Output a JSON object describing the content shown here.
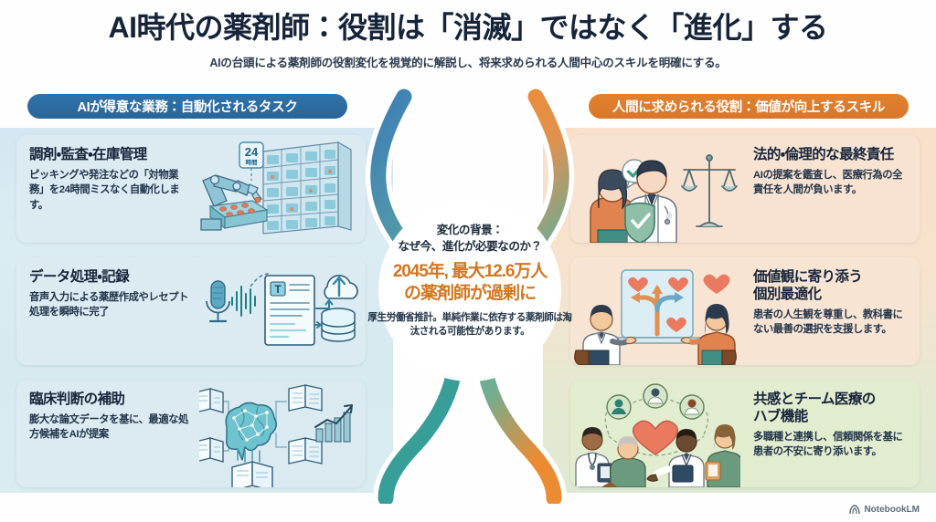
{
  "header": {
    "title": "AI時代の薬剤師：役割は「消滅」ではなく「進化」する",
    "subtitle": "AIの台頭による薬剤師の役割変化を視覚的に解説し、将来求められる人間中心のスキルを明確にする。"
  },
  "columns": {
    "left_pill": "AIが得意な業務：自動化されるタスク",
    "right_pill": "人間に求められる役割：価値が向上するスキル"
  },
  "left_cards": [
    {
      "heading": "調剤・監査・在庫管理",
      "body": "ピッキングや発注などの「対物業務」を24時間ミスなく自動化します。",
      "badge": "24",
      "badge_sub": "時間",
      "art": "robot-arm-pharmacy-shelf-illustration"
    },
    {
      "heading": "データ処理・記録",
      "body": "音声入力による薬歴作成やレセプト処理を瞬時に完了",
      "art": "voice-input-document-cloud-database-illustration"
    },
    {
      "heading": "臨床判断の補助",
      "body": "膨大な論文データを基に、最適な処方候補をAIが提案",
      "art": "ai-brain-network-books-chart-illustration"
    }
  ],
  "right_cards": [
    {
      "heading": "法的・倫理的な最終責任",
      "body": "AIの提案を鑑査し、医療行為の全責任を人間が負います。",
      "art": "pharmacist-shield-check-scales-illustration"
    },
    {
      "heading_line1": "価値観に寄り添う",
      "heading_line2": "個別最適化",
      "body": "患者の人生観を尊重し、教科書にない最善の選択を支援します。",
      "art": "consultation-branching-arrows-hearts-illustration"
    },
    {
      "heading_line1": "共感とチーム医療の",
      "heading_line2": "ハブ機能",
      "body": "多職種と連携し、信頼関係を基に患者の不安に寄り添います。",
      "art": "care-team-heart-hub-illustration"
    }
  ],
  "center": {
    "question_line1": "変化の背景：",
    "question_line2": "なぜ今、進化が必要なのか？",
    "stat_line1": "2045年, 最大12.6万人",
    "stat_line2": "の薬剤師が過剰に",
    "note": "厚生労働省推計。単純作業に依存する薬剤師は淘汰される可能性があります。"
  },
  "watermark": {
    "label": "NotebookLM",
    "icon": "notebooklm-icon"
  },
  "colors": {
    "blue_accent": "#2f72ab",
    "orange_accent": "#e0822f",
    "stat_orange": "#d2761f",
    "left_panel": "#d4e7f2",
    "right_panel": "#f8e0cb",
    "title": "#16243a"
  }
}
